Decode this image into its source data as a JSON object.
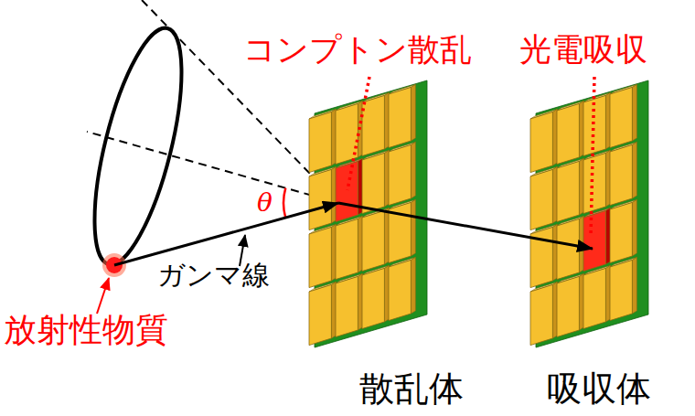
{
  "diagram": {
    "nodes": [
      {
        "text": [
          "放射性物質"
        ]
      },
      {
        "text": [
          "散乱体"
        ]
      },
      {
        "text": [
          "吸収体"
        ]
      }
    ],
    "edges": [
      {
        "from": 0,
        "to": 1,
        "arrow": "to",
        "label": "ガンマ線"
      },
      {
        "from": 1,
        "to": 2,
        "arrow": "to"
      }
    ],
    "labels": [
      "コンプトン散乱",
      "光電吸収",
      "θ"
    ]
  }
}
